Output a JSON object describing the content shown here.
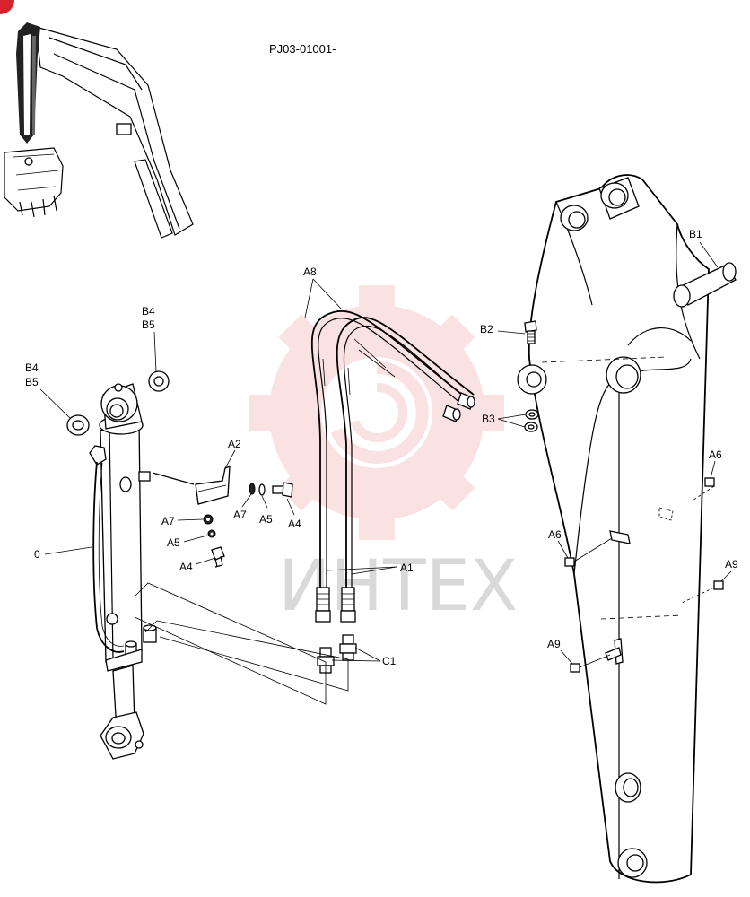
{
  "drawing_code": "PJ03-01001-",
  "watermark_text": "ИНТЕХ",
  "colors": {
    "watermark_gear": "#f6c9cc",
    "watermark_text": "#d9d9d9",
    "corner_badge": "#d8232a"
  },
  "labels": {
    "cylinder": "0",
    "b4_top": "B4",
    "b5_top": "B5",
    "b4_left": "B4",
    "b5_left": "B5",
    "a2": "A2",
    "a7_a": "A7",
    "a7_b": "A7",
    "a5_a": "A5",
    "a5_b": "A5",
    "a4_a": "A4",
    "a4_b": "A4",
    "a8": "A8",
    "a1": "A1",
    "c1": "C1",
    "b1": "B1",
    "b2": "B2",
    "b3": "B3",
    "a6_a": "A6",
    "a6_b": "A6",
    "a9_a": "A9",
    "a9_b": "A9"
  }
}
